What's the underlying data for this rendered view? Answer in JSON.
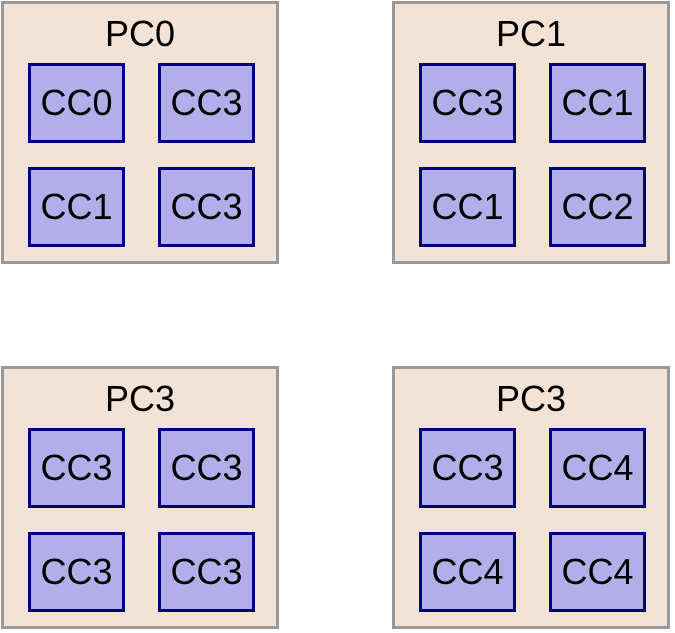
{
  "colors": {
    "pc_fill": "#f3e3d7",
    "pc_border": "#999999",
    "cc_fill": "#b3aee9",
    "cc_border": "#000080"
  },
  "pcs": [
    {
      "title": "PC0",
      "ccs": [
        "CC0",
        "CC3",
        "CC1",
        "CC3"
      ]
    },
    {
      "title": "PC1",
      "ccs": [
        "CC3",
        "CC1",
        "CC1",
        "CC2"
      ]
    },
    {
      "title": "PC3",
      "ccs": [
        "CC3",
        "CC3",
        "CC3",
        "CC3"
      ]
    },
    {
      "title": "PC3",
      "ccs": [
        "CC3",
        "CC4",
        "CC4",
        "CC4"
      ]
    }
  ]
}
